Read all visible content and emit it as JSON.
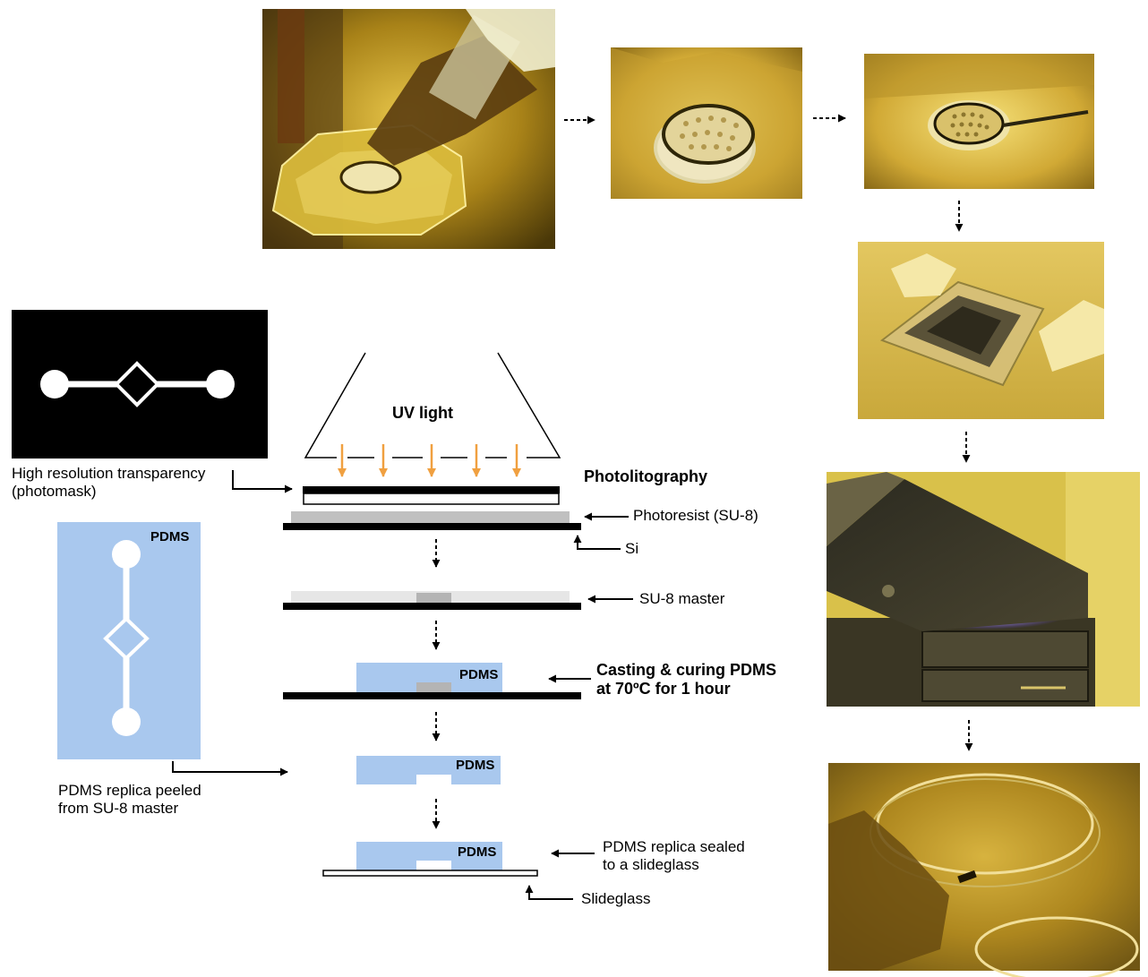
{
  "labels": {
    "uv_light": "UV light",
    "photolithography": "Photolitography",
    "photomask_line1": "High resolution transparency",
    "photomask_line2": "(photomask)",
    "photoresist": "Photoresist (SU-8)",
    "si": "Si",
    "su8_master": "SU-8 master",
    "casting_line1": "Casting & curing PDMS",
    "casting_line2": "at 70ºC for 1 hour",
    "pdms": "PDMS",
    "replica_line1": "PDMS replica peeled",
    "replica_line2": "from SU-8 master",
    "sealed_line1": "PDMS replica sealed",
    "sealed_line2": "to a slideglass",
    "slideglass": "Slideglass"
  },
  "colors": {
    "pdms_blue": "#a9c8ee",
    "photoresist_gray": "#c0c0c0",
    "master_light": "#e6e6e6",
    "feature_gray": "#b4b4b4",
    "uv_arrow": "#f0a040",
    "photo_amber": "#8a6a12"
  },
  "photos": [
    {
      "name": "photo-pouring-pdms"
    },
    {
      "name": "photo-cured-wafer"
    },
    {
      "name": "photo-peeling-wafer"
    },
    {
      "name": "photo-glass-slide"
    },
    {
      "name": "photo-plasma-cleaner"
    },
    {
      "name": "photo-petri-dish"
    }
  ]
}
